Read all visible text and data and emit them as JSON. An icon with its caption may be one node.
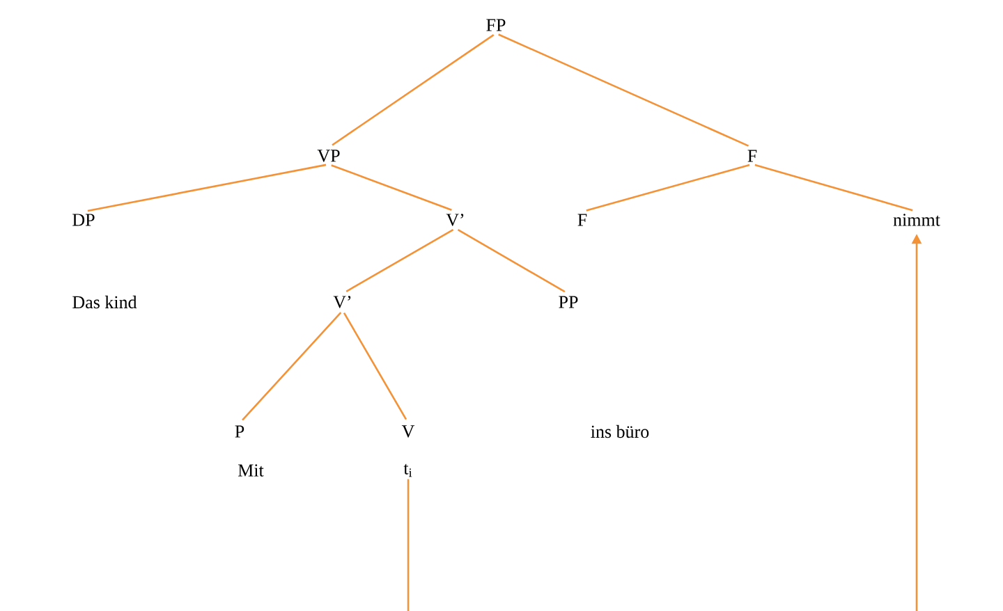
{
  "diagram": {
    "nodes": [
      {
        "text": [
          "FP"
        ]
      },
      {
        "text": [
          "VP"
        ]
      },
      {
        "text": [
          "F"
        ]
      },
      {
        "text": [
          "DP"
        ]
      },
      {
        "text": [
          "V’"
        ]
      },
      {
        "text": [
          "F"
        ]
      },
      {
        "text": [
          "nimmt"
        ]
      },
      {
        "text": [
          "Das kind"
        ]
      },
      {
        "text": [
          "V’"
        ]
      },
      {
        "text": [
          "PP"
        ]
      },
      {
        "text": [
          "P"
        ]
      },
      {
        "text": [
          "V"
        ]
      },
      {
        "text": [
          "ins büro"
        ]
      },
      {
        "text": [
          "Mit"
        ]
      },
      {
        "text": [
          "t$_{i}$"
        ]
      }
    ],
    "edges": [
      {
        "from": 0,
        "to": 1,
        "arrow": "none"
      },
      {
        "from": 0,
        "to": 2,
        "arrow": "none"
      },
      {
        "from": 1,
        "to": 3,
        "arrow": "none"
      },
      {
        "from": 1,
        "to": 4,
        "arrow": "none"
      },
      {
        "from": 2,
        "to": 5,
        "arrow": "none"
      },
      {
        "from": 2,
        "to": 6,
        "arrow": "none"
      },
      {
        "from": 4,
        "to": 8,
        "arrow": "none"
      },
      {
        "from": 4,
        "to": 9,
        "arrow": "none"
      },
      {
        "from": 8,
        "to": 10,
        "arrow": "none"
      },
      {
        "from": 8,
        "to": 11,
        "arrow": "none"
      },
      {
        "from": 14,
        "to": null,
        "arrow": "none"
      },
      {
        "from": null,
        "to": 6,
        "arrow": "to"
      }
    ]
  }
}
